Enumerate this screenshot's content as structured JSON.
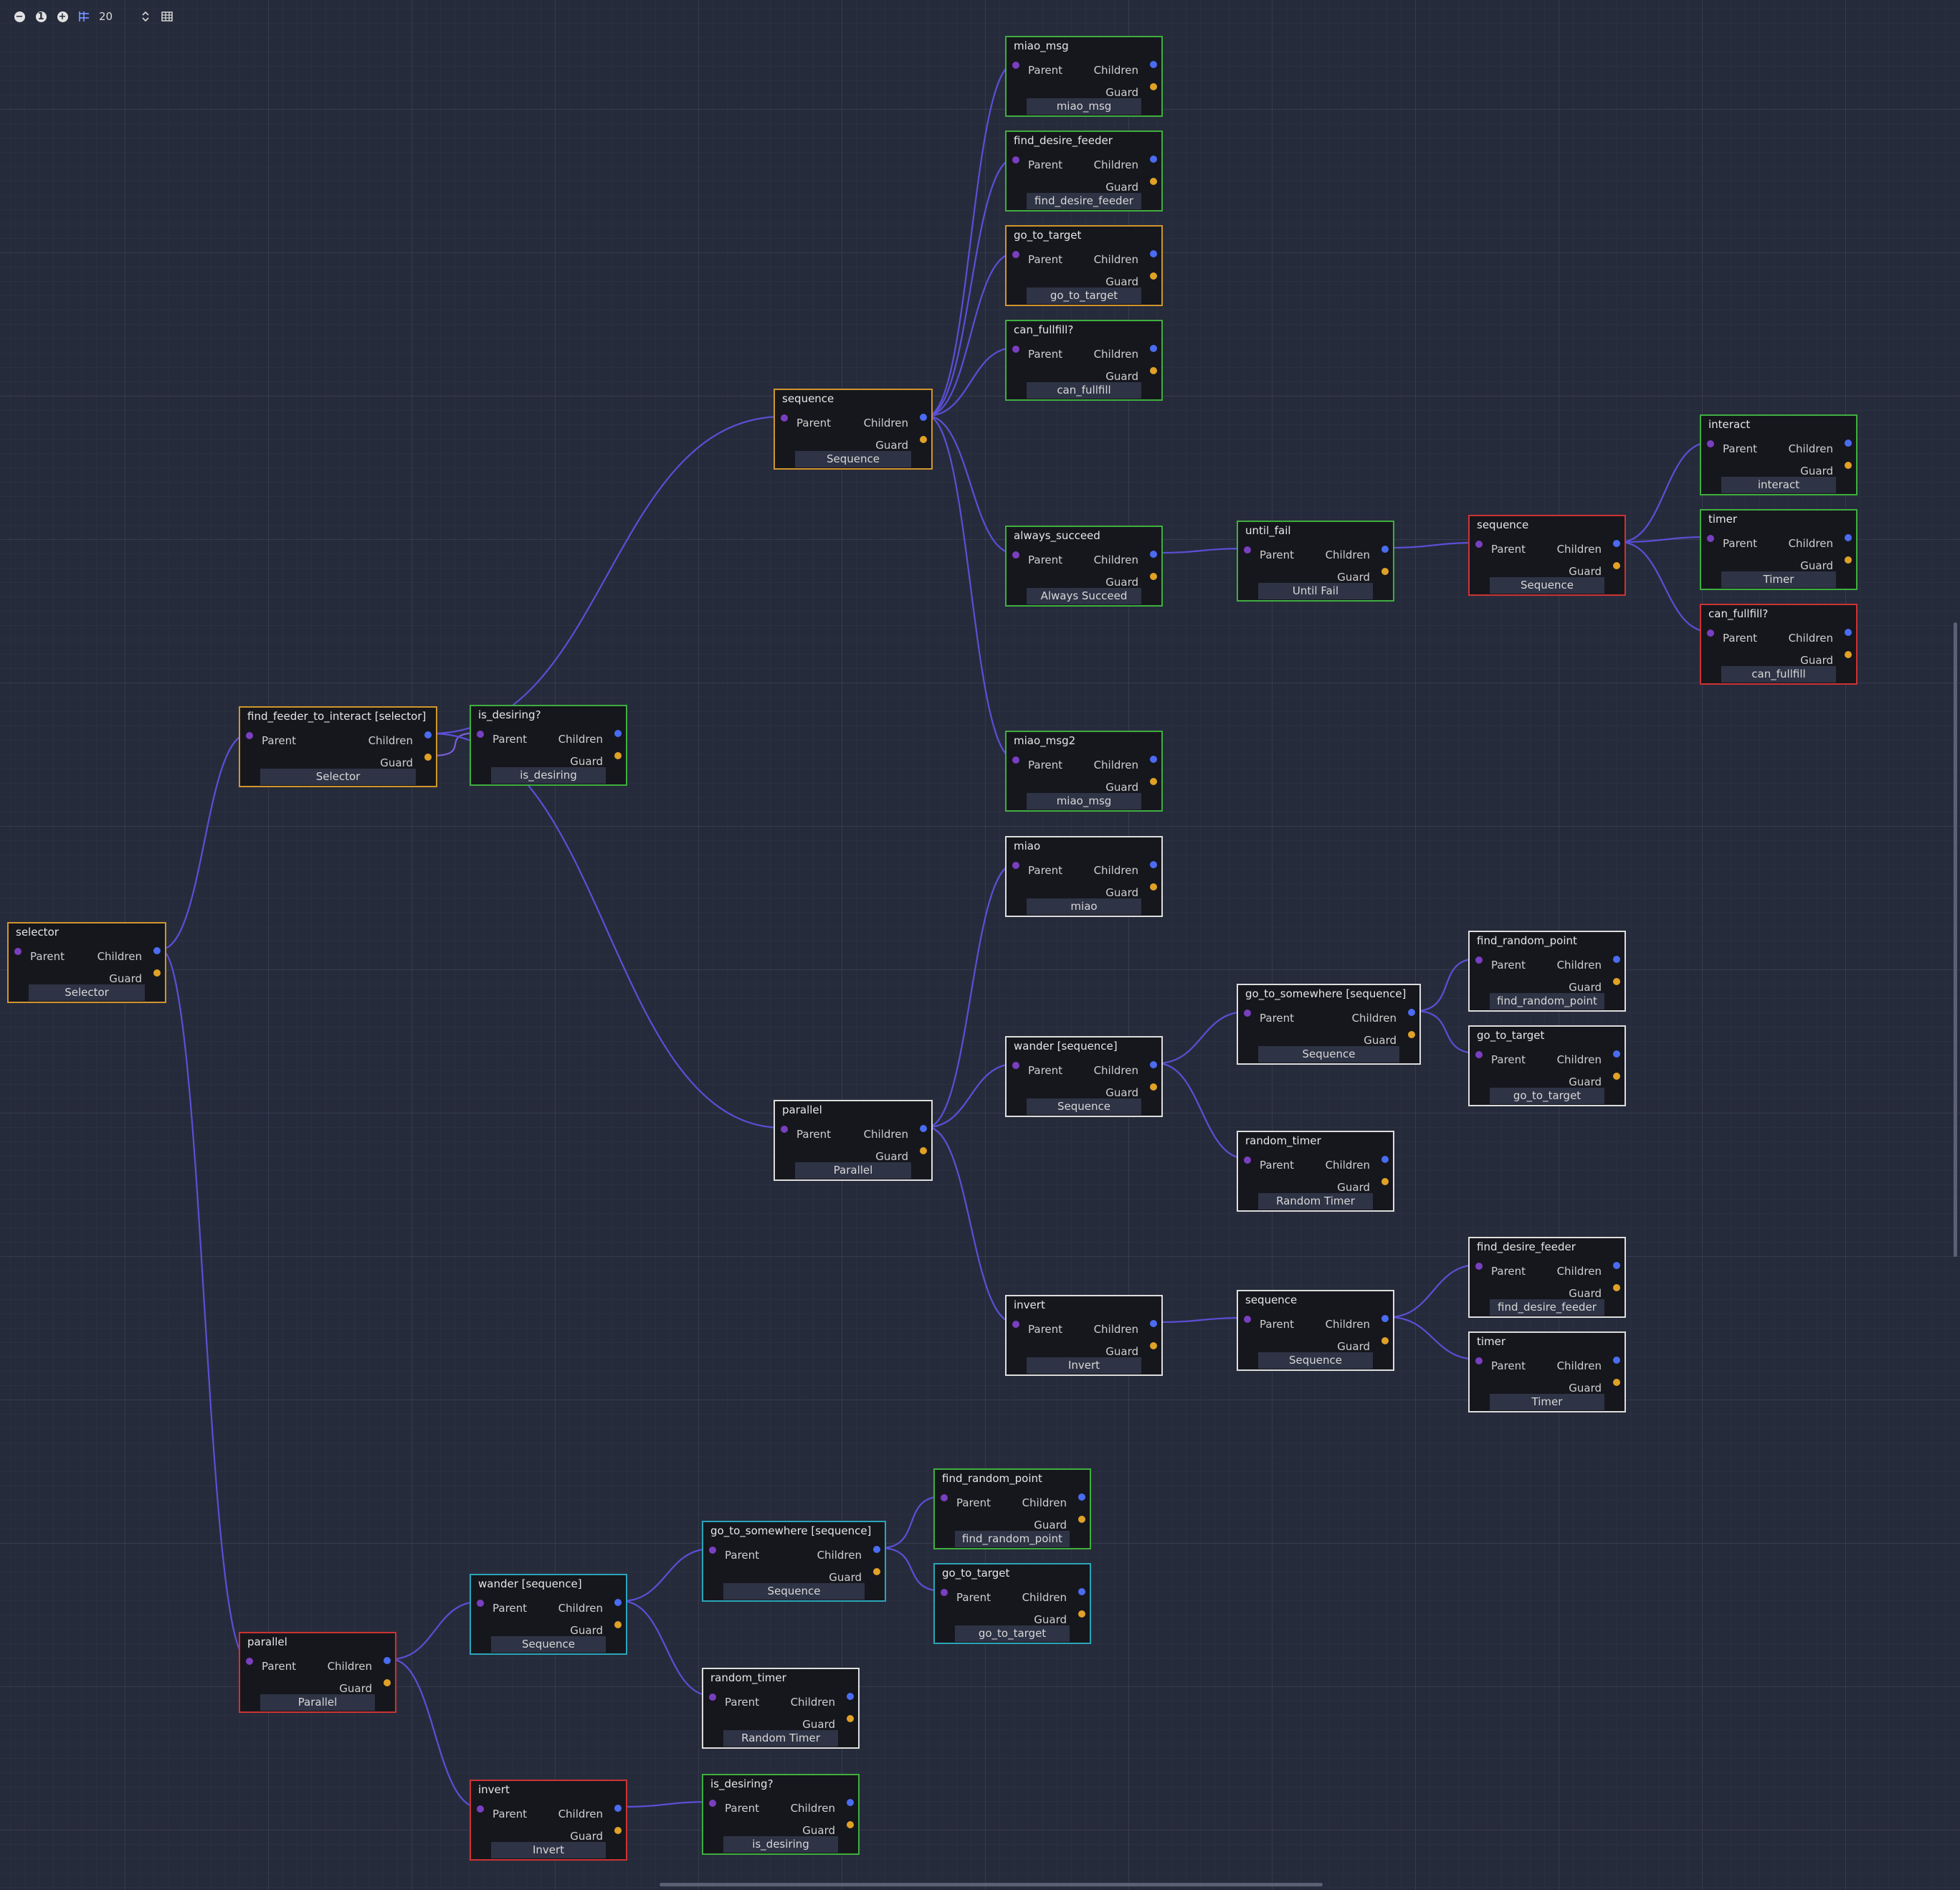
{
  "toolbar": {
    "zoom_out_icon": "minus-circle-icon",
    "zoom_reset_icon": "reset-circle-icon",
    "zoom_in_icon": "plus-circle-icon",
    "snap_icon": "grid-snap-icon",
    "snap_value": "20",
    "spin_icon": "updown-spinner-icon",
    "minimap_icon": "minimap-grid-icon"
  },
  "port_labels": {
    "parent": "Parent",
    "children": "Children",
    "guard": "Guard"
  },
  "colors": {
    "background": "#262b3b",
    "green": "#3fae3f",
    "orange": "#d0952e",
    "red": "#cc3333",
    "white": "#dddddd",
    "cyan": "#2aa5b8",
    "wire": "#5b4fd6",
    "parent_port": "#7a3fc0",
    "children_port": "#4a6cf0",
    "guard_port": "#e0a126"
  },
  "nodes": [
    {
      "id": "n1",
      "title": "selector",
      "label": "Selector",
      "border": "orange",
      "parent": null
    },
    {
      "id": "n2",
      "title": "find_feeder_to_interact [selector]",
      "label": "Selector",
      "border": "orange",
      "parent": "n1"
    },
    {
      "id": "n3",
      "title": "is_desiring?",
      "label": "is_desiring",
      "border": "green",
      "parent": "n2",
      "guard": true
    },
    {
      "id": "n4",
      "title": "sequence",
      "label": "Sequence",
      "border": "orange",
      "parent": "n2"
    },
    {
      "id": "n5",
      "title": "miao_msg",
      "label": "miao_msg",
      "border": "green",
      "parent": "n4"
    },
    {
      "id": "n6",
      "title": "find_desire_feeder",
      "label": "find_desire_feeder",
      "border": "green",
      "parent": "n4"
    },
    {
      "id": "n7",
      "title": "go_to_target",
      "label": "go_to_target",
      "border": "orange",
      "parent": "n4"
    },
    {
      "id": "n8",
      "title": "can_fullfill?",
      "label": "can_fullfill",
      "border": "green",
      "parent": "n4"
    },
    {
      "id": "n9",
      "title": "always_succeed",
      "label": "Always Succeed",
      "border": "green",
      "parent": "n4"
    },
    {
      "id": "n10",
      "title": "until_fail",
      "label": "Until Fail",
      "border": "green",
      "parent": "n9"
    },
    {
      "id": "n11",
      "title": "sequence",
      "label": "Sequence",
      "border": "red",
      "parent": "n10"
    },
    {
      "id": "n12",
      "title": "interact",
      "label": "interact",
      "border": "green",
      "parent": "n11"
    },
    {
      "id": "n13",
      "title": "timer",
      "label": "Timer",
      "border": "green",
      "parent": "n11"
    },
    {
      "id": "n14",
      "title": "can_fullfill?",
      "label": "can_fullfill",
      "border": "red",
      "parent": "n11"
    },
    {
      "id": "n15",
      "title": "miao_msg2",
      "label": "miao_msg",
      "border": "green",
      "parent": "n4"
    },
    {
      "id": "n16",
      "title": "parallel",
      "label": "Parallel",
      "border": "white",
      "parent": "n2"
    },
    {
      "id": "n17",
      "title": "miao",
      "label": "miao",
      "border": "white",
      "parent": "n16"
    },
    {
      "id": "n18",
      "title": "wander [sequence]",
      "label": "Sequence",
      "border": "white",
      "parent": "n16"
    },
    {
      "id": "n19",
      "title": "go_to_somewhere [sequence]",
      "label": "Sequence",
      "border": "white",
      "parent": "n18"
    },
    {
      "id": "n20",
      "title": "find_random_point",
      "label": "find_random_point",
      "border": "white",
      "parent": "n19"
    },
    {
      "id": "n21",
      "title": "go_to_target",
      "label": "go_to_target",
      "border": "white",
      "parent": "n19"
    },
    {
      "id": "n22",
      "title": "random_timer",
      "label": "Random Timer",
      "border": "white",
      "parent": "n18"
    },
    {
      "id": "n23",
      "title": "invert",
      "label": "Invert",
      "border": "white",
      "parent": "n16"
    },
    {
      "id": "n24",
      "title": "sequence",
      "label": "Sequence",
      "border": "white",
      "parent": "n23"
    },
    {
      "id": "n25",
      "title": "find_desire_feeder",
      "label": "find_desire_feeder",
      "border": "white",
      "parent": "n24"
    },
    {
      "id": "n26",
      "title": "timer",
      "label": "Timer",
      "border": "white",
      "parent": "n24"
    },
    {
      "id": "n27",
      "title": "parallel",
      "label": "Parallel",
      "border": "red",
      "parent": "n1"
    },
    {
      "id": "n28",
      "title": "wander [sequence]",
      "label": "Sequence",
      "border": "cyan",
      "parent": "n27"
    },
    {
      "id": "n29",
      "title": "go_to_somewhere [sequence]",
      "label": "Sequence",
      "border": "cyan",
      "parent": "n28"
    },
    {
      "id": "n30",
      "title": "find_random_point",
      "label": "find_random_point",
      "border": "green",
      "parent": "n29"
    },
    {
      "id": "n31",
      "title": "go_to_target",
      "label": "go_to_target",
      "border": "cyan",
      "parent": "n29"
    },
    {
      "id": "n32",
      "title": "random_timer",
      "label": "Random Timer",
      "border": "white",
      "parent": "n28"
    },
    {
      "id": "n33",
      "title": "invert",
      "label": "Invert",
      "border": "red",
      "parent": "n27"
    },
    {
      "id": "n34",
      "title": "is_desiring?",
      "label": "is_desiring",
      "border": "green",
      "parent": "n33"
    }
  ]
}
